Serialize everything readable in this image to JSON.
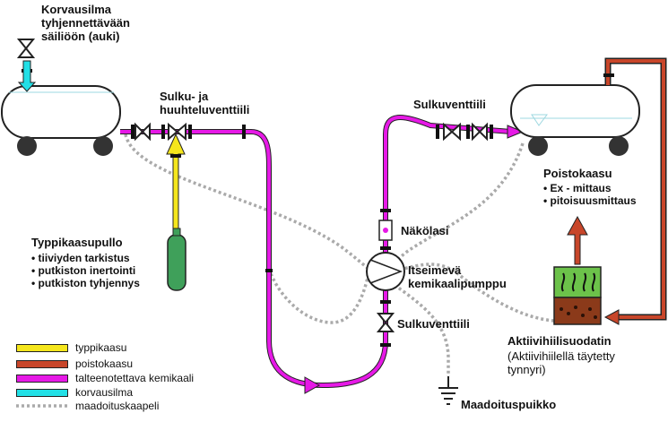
{
  "labels": {
    "replacement_air": [
      "Korvausilma",
      "tyhjennettävään",
      "säiliöön (auki)"
    ],
    "shutoff_purge_valve": [
      "Sulku- ja",
      "huuhteluventtiili"
    ],
    "shutoff_valve_top": "Sulkuventtiili",
    "exhaust_gas": "Poistokaasu",
    "exhaust_items": [
      "Ex - mittaus",
      "pitoisuusmittaus"
    ],
    "sight_glass": "Näkölasi",
    "pump": [
      "Itseimevä",
      "kemikaalipumppu"
    ],
    "nitrogen_bottle": "Typpikaasupullo",
    "nitrogen_items": [
      "tiiviyden tarkistus",
      "putkiston inertointi",
      "putkiston tyhjennys"
    ],
    "shutoff_valve_bottom": "Sulkuventtiili",
    "carbon_filter": "Aktiivihiilisuodatin",
    "carbon_filter_sub": [
      "(Aktiivihiilellä täytetty",
      "tynnyri)"
    ],
    "ground_point": "Maadoituspuikko"
  },
  "legend": [
    {
      "label": "typpikaasu",
      "color": "#f5e61c"
    },
    {
      "label": "poistokaasu",
      "color": "#c8462a"
    },
    {
      "label": "talteenotettava kemikaali",
      "color": "#e619e6"
    },
    {
      "label": "korvausilma",
      "color": "#22e0e6"
    },
    {
      "label": "maadoituskaapeli",
      "color": "#aaaaaa"
    }
  ],
  "colors": {
    "nitrogen": "#f5e61c",
    "exhaust": "#c8462a",
    "chemical": "#e619e6",
    "air": "#22e0e6",
    "ground_cable": "#aaaaaa",
    "bottle": "#3fa05a",
    "filter_top": "#6cc24a",
    "filter_bottom": "#8b3a1a"
  }
}
